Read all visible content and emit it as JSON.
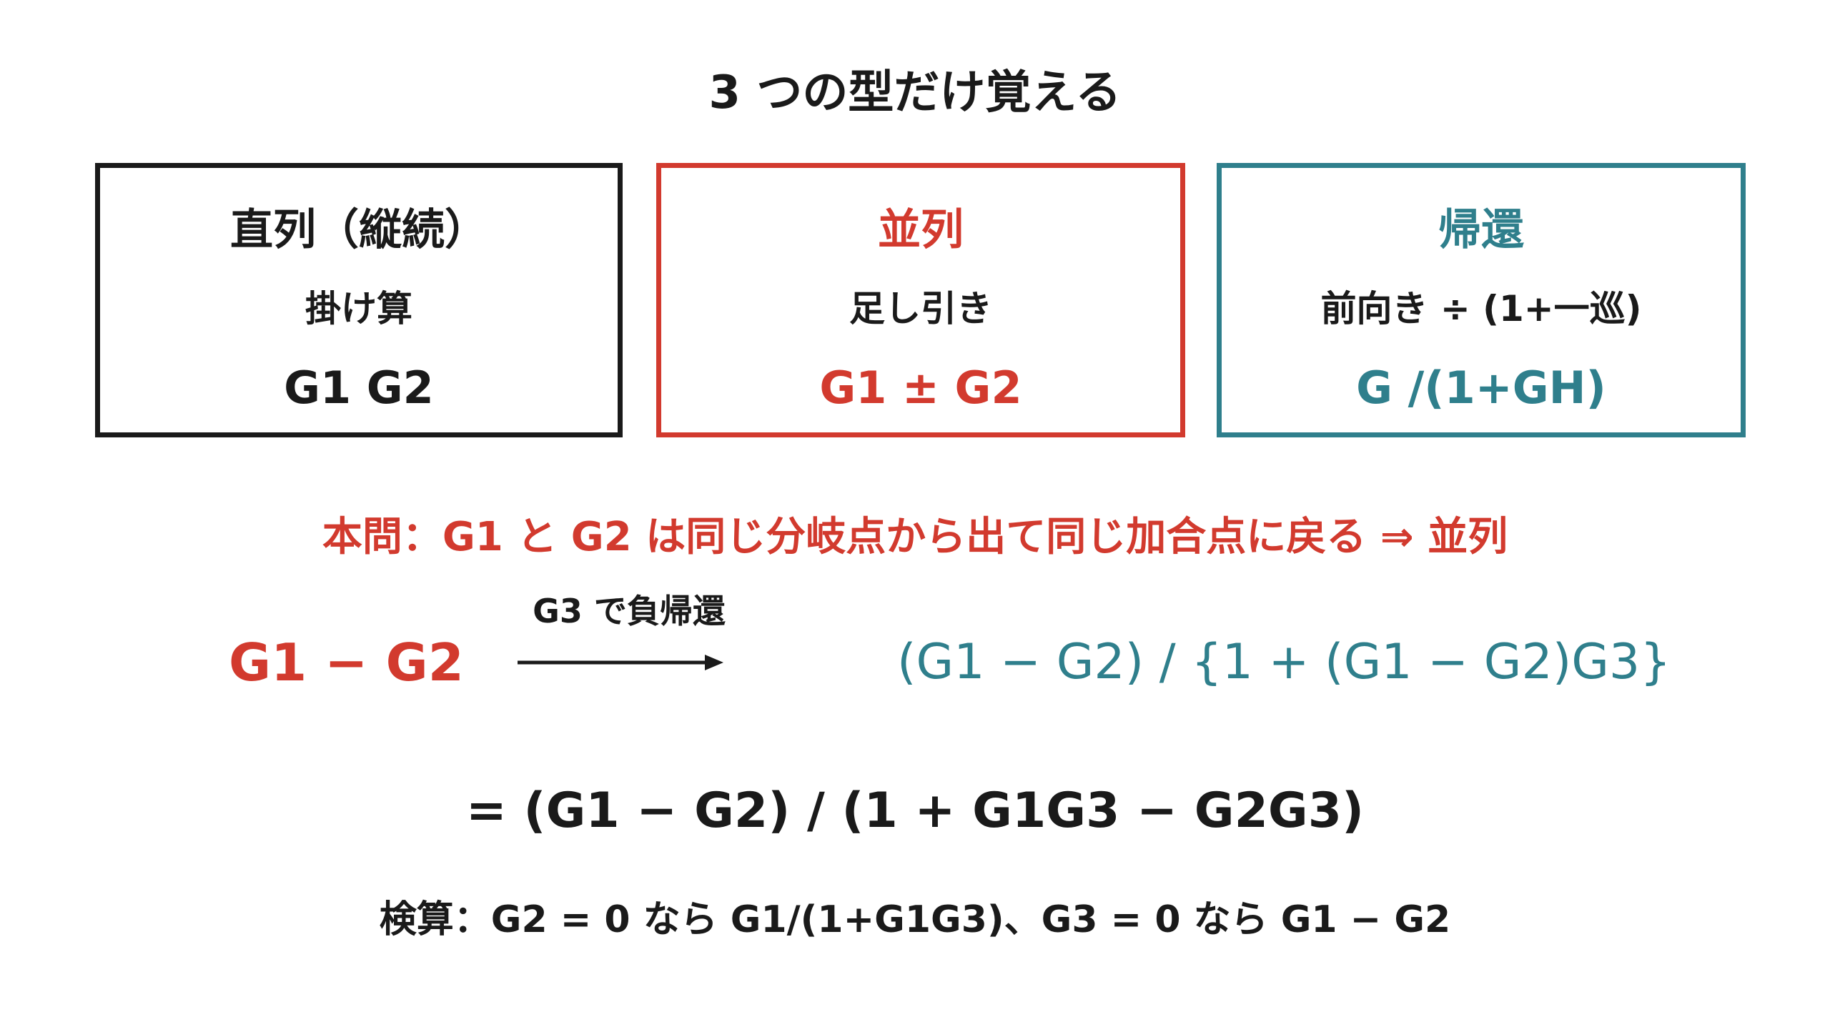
{
  "title": "3 つの型だけ覚える",
  "cards": [
    {
      "heading": "直列（縦続）",
      "subtitle": "掛け算",
      "formula": "G1 G2"
    },
    {
      "heading": "並列",
      "subtitle": "足し引き",
      "formula": "G1 ± G2"
    },
    {
      "heading": "帰還",
      "subtitle": "前向き ÷ (1+一巡)",
      "formula": "G /(1+GH)"
    }
  ],
  "problem": "本問：G1 と G2 は同じ分岐点から出て同じ加合点に戻る ⇒ 並列",
  "transform": {
    "lhs": "G1 − G2",
    "arrow_label": "G3 で負帰還",
    "rhs": "(G1 − G2) / {1 + (G1 − G2)G3}"
  },
  "result": "= (G1 − G2) / (1 + G1G3 − G2G3)",
  "check": "検算：G2 = 0 なら G1/(1+G1G3)、G3 = 0 なら G1 − G2",
  "colors": {
    "black": "#1a1a1a",
    "red": "#d23a2e",
    "teal": "#2f7f8c"
  }
}
